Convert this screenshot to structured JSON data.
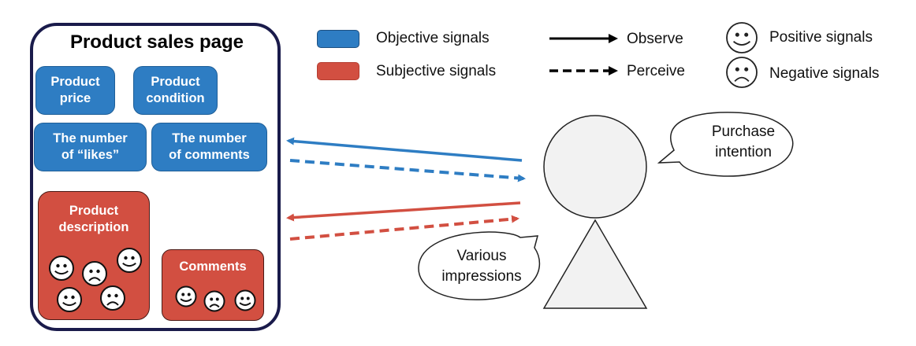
{
  "frame": {
    "title": "Product sales page"
  },
  "signals": {
    "objective": [
      {
        "id": "price",
        "label": "Product\nprice"
      },
      {
        "id": "condition",
        "label": "Product\ncondition"
      },
      {
        "id": "likes",
        "label": "The number\nof “likes”"
      },
      {
        "id": "comment_count",
        "label": "The number\nof comments"
      }
    ],
    "subjective": [
      {
        "id": "description",
        "label": "Product\ndescription",
        "faces": [
          "positive",
          "negative",
          "positive",
          "positive",
          "negative"
        ]
      },
      {
        "id": "comments",
        "label": "Comments",
        "faces": [
          "positive",
          "negative",
          "positive"
        ]
      }
    ]
  },
  "legend": {
    "objective_label": "Objective signals",
    "subjective_label": "Subjective signals",
    "observe_label": "Observe",
    "perceive_label": "Perceive",
    "positive_label": "Positive signals",
    "negative_label": "Negative signals"
  },
  "person": {
    "thought_bubble": "Purchase\nintention",
    "impression_bubble": "Various\nimpressions"
  },
  "arrows": [
    {
      "signal": "objective",
      "type": "observe",
      "direction": "to-page"
    },
    {
      "signal": "objective",
      "type": "perceive",
      "direction": "to-person"
    },
    {
      "signal": "subjective",
      "type": "observe",
      "direction": "to-page"
    },
    {
      "signal": "subjective",
      "type": "perceive",
      "direction": "to-person"
    }
  ],
  "colors": {
    "objective": "#2e7dc3",
    "subjective": "#d24f41",
    "frame": "#1a1b4b",
    "person_fill": "#f2f2f2"
  }
}
